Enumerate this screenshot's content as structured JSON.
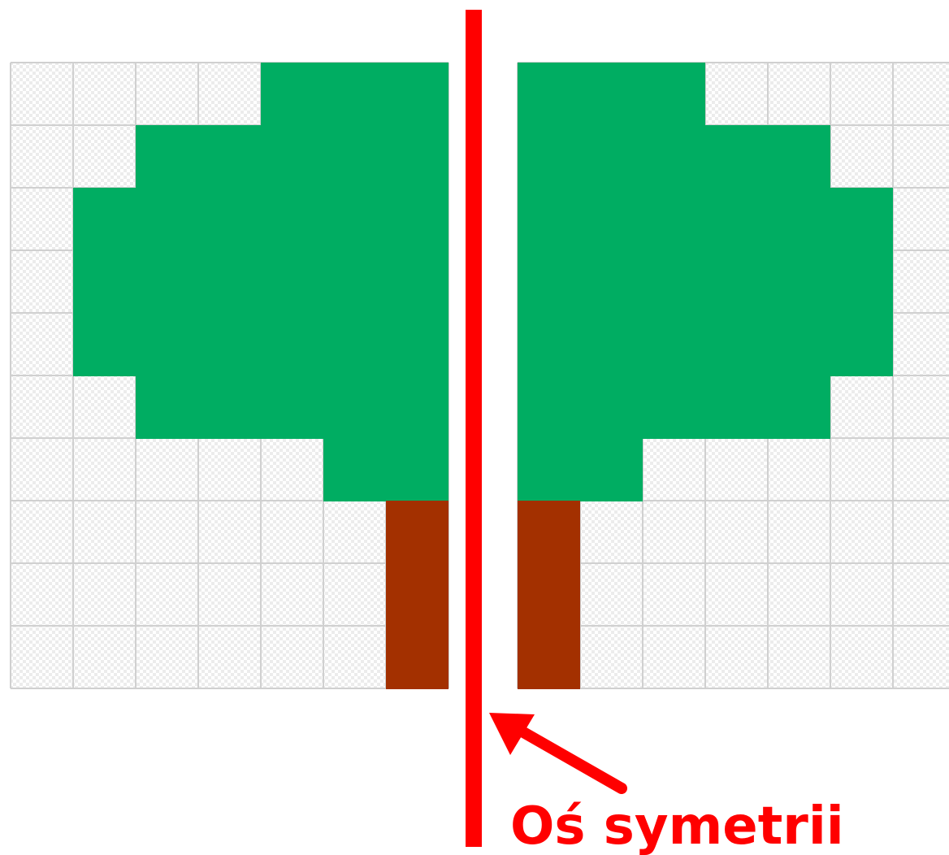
{
  "colors": {
    "foliage": "#00ad62",
    "trunk": "#a33000",
    "axis": "#ff0000",
    "grid_line": "#d0d0d0",
    "checker_a": "#ffffff",
    "checker_b": "#ebebeb"
  },
  "grid": {
    "columns": 7,
    "rows": 10
  },
  "tree_rows": [
    {
      "row": 0,
      "foliage": 3,
      "trunk": 0
    },
    {
      "row": 1,
      "foliage": 5,
      "trunk": 0
    },
    {
      "row": 2,
      "foliage": 6,
      "trunk": 0
    },
    {
      "row": 3,
      "foliage": 6,
      "trunk": 0
    },
    {
      "row": 4,
      "foliage": 6,
      "trunk": 0
    },
    {
      "row": 5,
      "foliage": 5,
      "trunk": 0
    },
    {
      "row": 6,
      "foliage": 2,
      "trunk": 0
    },
    {
      "row": 7,
      "foliage": 0,
      "trunk": 1
    },
    {
      "row": 8,
      "foliage": 0,
      "trunk": 1
    },
    {
      "row": 9,
      "foliage": 0,
      "trunk": 1
    }
  ],
  "labels": {
    "axis_label": "Oś symetrii"
  }
}
